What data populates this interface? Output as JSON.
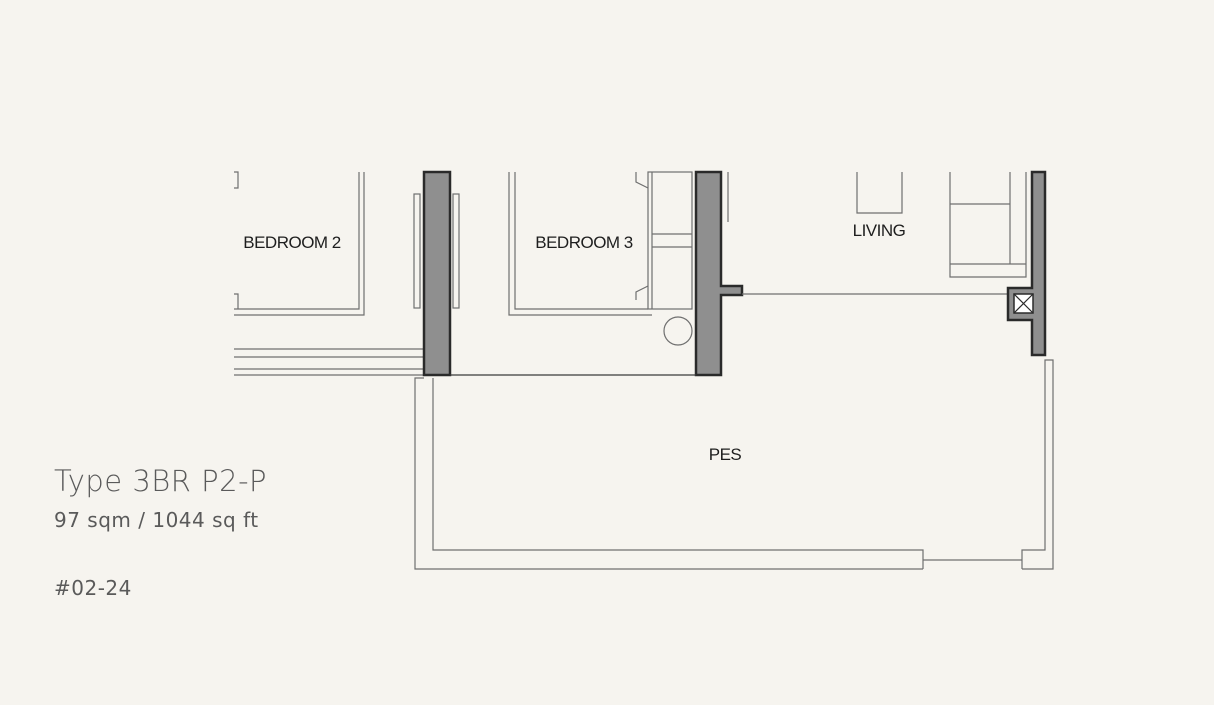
{
  "plan": {
    "rooms": {
      "bedroom2": "BEDROOM 2",
      "bedroom3": "BEDROOM 3",
      "living": "LIVING",
      "pes": "PES"
    }
  },
  "unit": {
    "type": "Type 3BR P2-P",
    "size": "97 sqm / 1044 sq ft",
    "number": "#02-24"
  },
  "colors": {
    "background": "#f6f4ef",
    "wall_fill": "#8f8f8f",
    "line": "#6f6f6f",
    "text": "#5a5a5a"
  }
}
